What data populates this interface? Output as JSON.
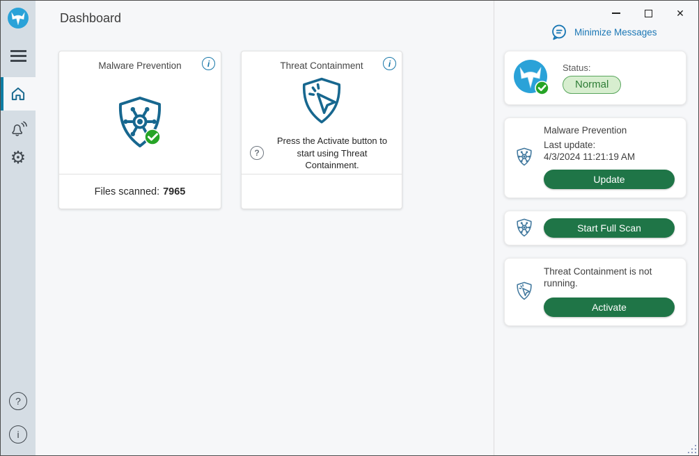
{
  "window": {
    "close_glyph": "✕"
  },
  "header": {
    "title": "Dashboard"
  },
  "sidebar": {
    "gear_glyph": "⚙",
    "help_glyph": "?",
    "info_glyph": "i"
  },
  "main_cards": {
    "malware": {
      "title": "Malware Prevention",
      "info_glyph": "i",
      "footer_label": "Files scanned:",
      "footer_value": "7965"
    },
    "containment": {
      "title": "Threat Containment",
      "info_glyph": "i",
      "help_glyph": "?",
      "body": "Press the Activate button to start using Threat Containment."
    }
  },
  "messages_panel": {
    "minimize_label": "Minimize Messages",
    "status_card": {
      "label": "Status:",
      "value": "Normal"
    },
    "update_card": {
      "title": "Malware Prevention",
      "last_update_label": "Last update:",
      "timestamp": "4/3/2024 11:21:19 AM",
      "button_label": "Update"
    },
    "scan_card": {
      "button_label": "Start Full Scan"
    },
    "containment_card": {
      "message": "Threat Containment is not running.",
      "button_label": "Activate"
    }
  },
  "icons": {
    "logo": "wolf-logo",
    "malware": "shield-virus-icon",
    "containment": "shield-cursor-icon",
    "messages": "speech-bubble-icon"
  },
  "colors": {
    "accent_teal": "#0e7da4",
    "shield_blue": "#17678f",
    "button_green": "#1f7547",
    "status_pill_bg": "#d7eecf",
    "status_pill_border": "#58a55c",
    "status_pill_text": "#2e7d36",
    "link_blue": "#1b77b5",
    "logo_blue": "#2aa2d8",
    "badge_green": "#26a426",
    "sidebar_bg": "#d5dde4",
    "app_bg": "#f6f7f9"
  }
}
